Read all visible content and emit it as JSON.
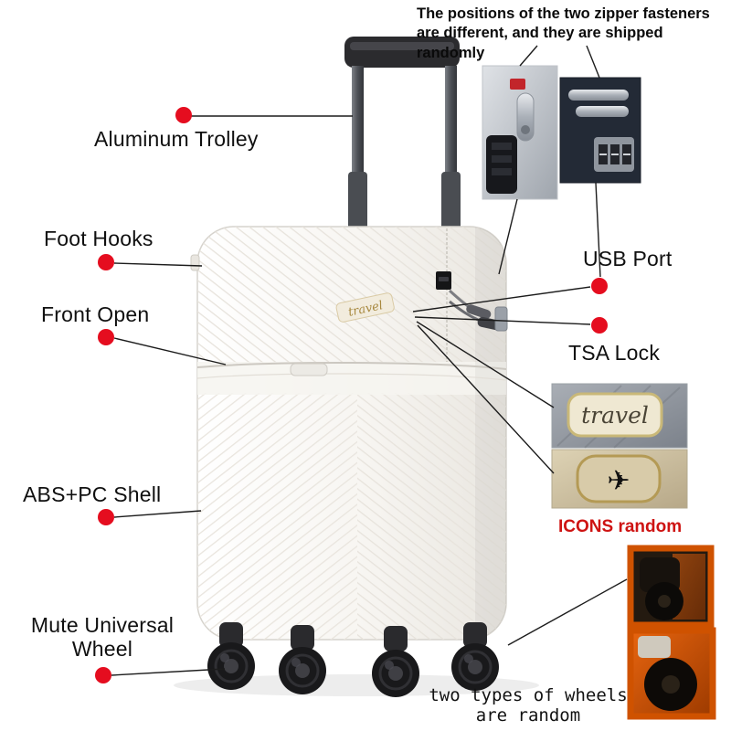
{
  "top_note": {
    "line1": "The positions of the two zipper fasteners",
    "line2": "are different, and they are shipped randomly"
  },
  "labels": {
    "aluminum_trolley": "Aluminum Trolley",
    "foot_hooks": "Foot Hooks",
    "front_open": "Front Open",
    "usb_port": "USB Port",
    "tsa_lock": "TSA Lock",
    "abs_pc_shell": "ABS+PC Shell",
    "mute_wheel_line1": "Mute Universal",
    "mute_wheel_line2": "Wheel",
    "icons_random": "ICONS random"
  },
  "bottom_note": {
    "line1": "two types of wheels",
    "line2": "are random"
  },
  "badges": {
    "travel_lid": "travel",
    "travel_inset": "travel",
    "plane_icon": "✈"
  },
  "colors": {
    "marker_red": "#e50d1f",
    "icons_random_red": "#ce1312",
    "wheel_inset_orange": "#cf5200"
  }
}
